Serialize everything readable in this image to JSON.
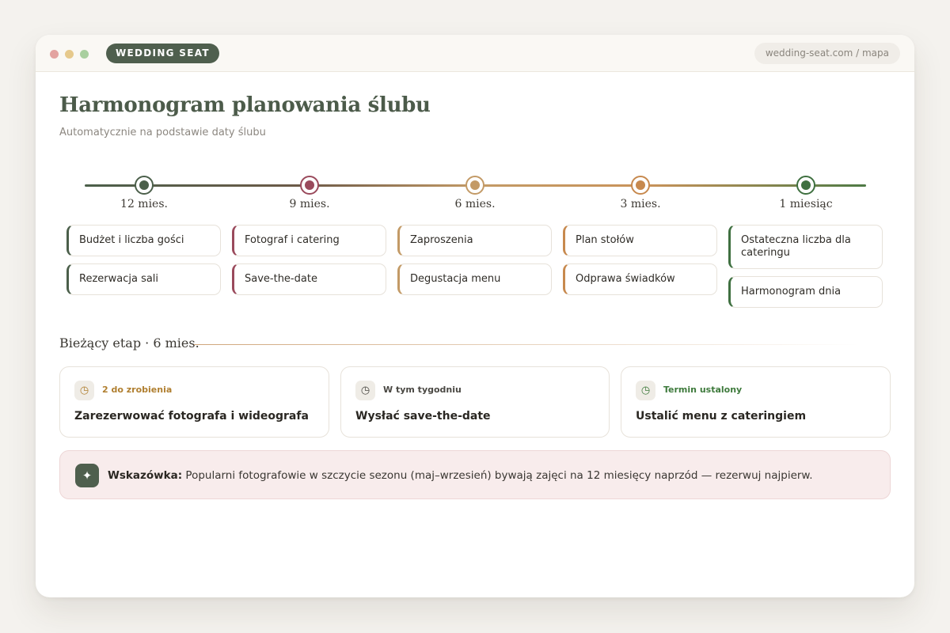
{
  "window": {
    "brand": "WEDDING SEAT",
    "url": "wedding-seat.com / mapa"
  },
  "page": {
    "title": "Harmonogram planowania ślubu",
    "subtitle": "Automatycznie na podstawie daty ślubu"
  },
  "timeline": {
    "steps": [
      {
        "label": "12 mies.",
        "color": "#4b5f4a",
        "tasks": [
          "Budżet i liczba gości",
          "Rezerwacja sali"
        ]
      },
      {
        "label": "9 mies.",
        "color": "#9a4a5c",
        "tasks": [
          "Fotograf i catering",
          "Save-the-date"
        ]
      },
      {
        "label": "6 mies.",
        "color": "#c39a66",
        "tasks": [
          "Zaproszenia",
          "Degustacja menu"
        ]
      },
      {
        "label": "3 mies.",
        "color": "#c7894e",
        "tasks": [
          "Plan stołów",
          "Odprawa świadków"
        ]
      },
      {
        "label": "1 miesiąc",
        "color": "#3f7040",
        "tasks": [
          "Ostateczna liczba dla cateringu",
          "Harmonogram dnia"
        ]
      }
    ]
  },
  "current_stage": {
    "title": "Bieżący etap · 6 mies.",
    "cards": [
      {
        "icon": "clock-icon",
        "tag": "2 do zrobienia",
        "tag_color": "#b07f30",
        "text": "Zarezerwować fotografa i wideografa"
      },
      {
        "icon": "clock-icon",
        "tag": "W tym tygodniu",
        "tag_color": "#4a4843",
        "text": "Wysłać save-the-date"
      },
      {
        "icon": "clock-icon",
        "tag": "Termin ustalony",
        "tag_color": "#3e7a3c",
        "text": "Ustalić menu z cateringiem"
      }
    ]
  },
  "tip": {
    "icon": "sparkle-icon",
    "label": "Wskazówka:",
    "text": "Popularni fotografowie w szczycie sezonu (maj–wrzesień) bywają zajęci na 12 miesięcy naprzód — rezerwuj najpierw."
  }
}
